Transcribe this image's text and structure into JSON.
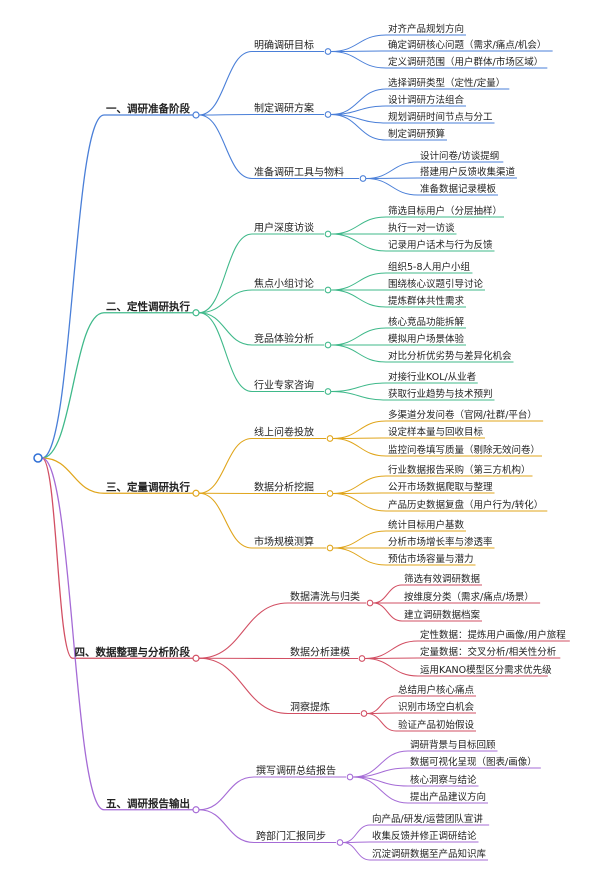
{
  "colors": {
    "root": "#2f6fd6",
    "sections": [
      "#4a7fd8",
      "#3fb98a",
      "#e0a51b",
      "#d24f63",
      "#a56bd6"
    ]
  },
  "sections": [
    {
      "label": "一、调研准备阶段",
      "children": [
        {
          "label": "明确调研目标",
          "leaves": [
            "对齐产品规划方向",
            "确定调研核心问题（需求/痛点/机会）",
            "定义调研范围（用户群体/市场区域）"
          ]
        },
        {
          "label": "制定调研方案",
          "leaves": [
            "选择调研类型（定性/定量）",
            "设计调研方法组合",
            "规划调研时间节点与分工",
            "制定调研预算"
          ]
        },
        {
          "label": "准备调研工具与物料",
          "leaves": [
            "设计问卷/访谈提纲",
            "搭建用户反馈收集渠道",
            "准备数据记录模板"
          ]
        }
      ]
    },
    {
      "label": "二、定性调研执行",
      "children": [
        {
          "label": "用户深度访谈",
          "leaves": [
            "筛选目标用户（分层抽样）",
            "执行一对一访谈",
            "记录用户话术与行为反馈"
          ]
        },
        {
          "label": "焦点小组讨论",
          "leaves": [
            "组织5-8人用户小组",
            "围绕核心议题引导讨论",
            "提炼群体共性需求"
          ]
        },
        {
          "label": "竞品体验分析",
          "leaves": [
            "核心竞品功能拆解",
            "模拟用户场景体验",
            "对比分析优劣势与差异化机会"
          ]
        },
        {
          "label": "行业专家咨询",
          "leaves": [
            "对接行业KOL/从业者",
            "获取行业趋势与技术预判"
          ]
        }
      ]
    },
    {
      "label": "三、定量调研执行",
      "children": [
        {
          "label": "线上问卷投放",
          "leaves": [
            "多渠道分发问卷（官网/社群/平台）",
            "设定样本量与回收目标",
            "监控问卷填写质量（剔除无效问卷）"
          ]
        },
        {
          "label": "数据分析挖掘",
          "leaves": [
            "行业数据报告采购（第三方机构）",
            "公开市场数据爬取与整理",
            "产品历史数据复盘（用户行为/转化）"
          ]
        },
        {
          "label": "市场规模测算",
          "leaves": [
            "统计目标用户基数",
            "分析市场增长率与渗透率",
            "预估市场容量与潜力"
          ]
        }
      ]
    },
    {
      "label": "四、数据整理与分析阶段",
      "children": [
        {
          "label": "数据清洗与归类",
          "leaves": [
            "筛选有效调研数据",
            "按维度分类（需求/痛点/场景）",
            "建立调研数据档案"
          ]
        },
        {
          "label": "数据分析建模",
          "leaves": [
            "定性数据：提炼用户画像/用户旅程",
            "定量数据：交叉分析/相关性分析",
            "运用KANO模型区分需求优先级"
          ]
        },
        {
          "label": "洞察提炼",
          "leaves": [
            "总结用户核心痛点",
            "识别市场空白机会",
            "验证产品初始假设"
          ]
        }
      ]
    },
    {
      "label": "五、调研报告输出",
      "children": [
        {
          "label": "撰写调研总结报告",
          "leaves": [
            "调研背景与目标回顾",
            "数据可视化呈现（图表/画像）",
            "核心洞察与结论",
            "提出产品建议方向"
          ]
        },
        {
          "label": "跨部门汇报同步",
          "leaves": [
            "向产品/研发/运营团队宣讲",
            "收集反馈并修正调研结论",
            "沉淀调研数据至产品知识库"
          ]
        }
      ]
    }
  ]
}
